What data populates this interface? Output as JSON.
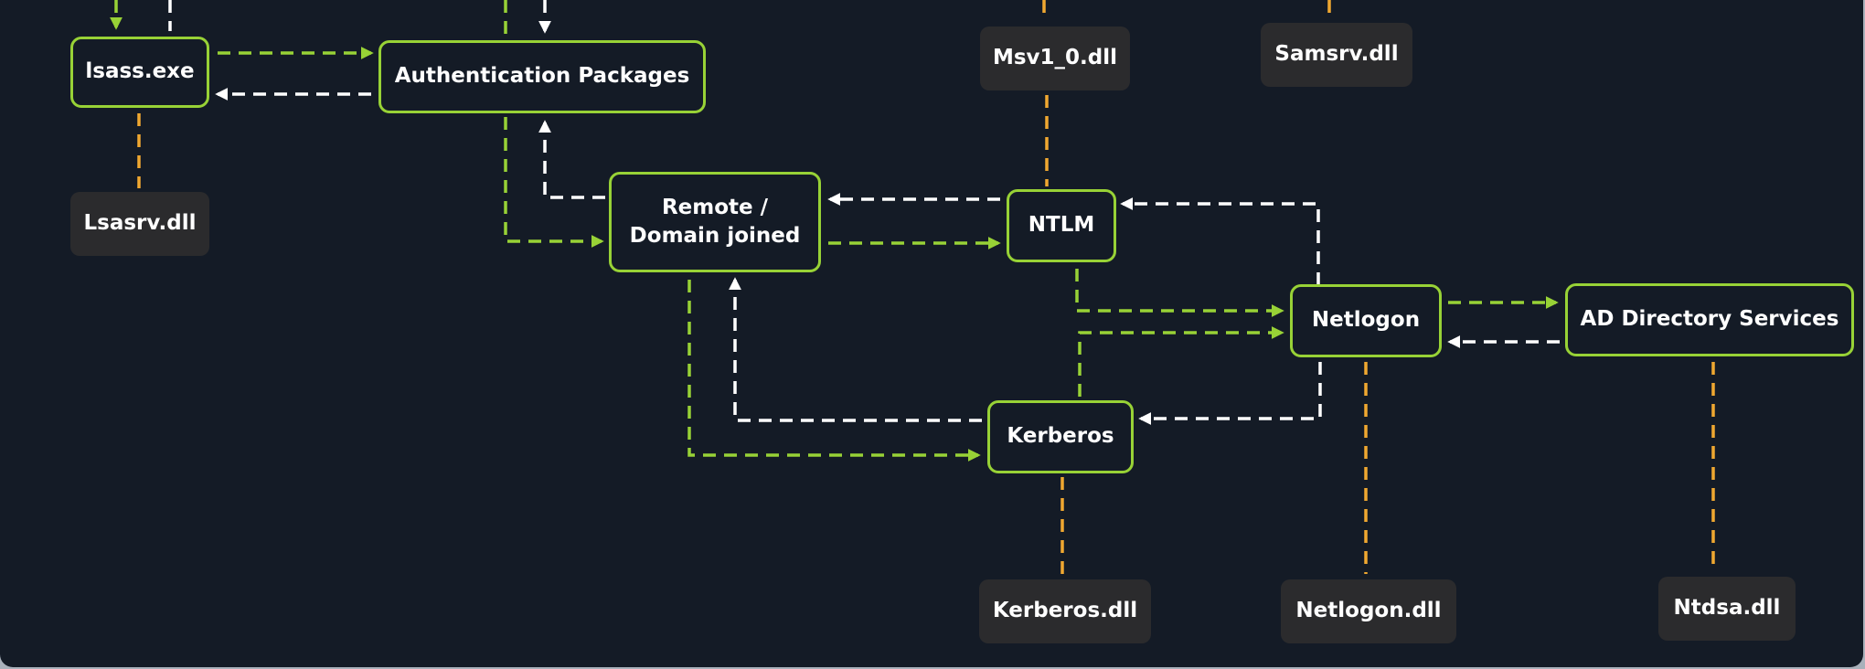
{
  "colors": {
    "background": "#141b26",
    "component_border": "#98d236",
    "dll_fill": "#2b2b2d",
    "request_arrow": "#98d236",
    "response_arrow": "#ffffff",
    "dll_link": "#f0a830"
  },
  "components": {
    "lsass": "lsass.exe",
    "auth_packages": "Authentication Packages",
    "remote_line1": "Remote /",
    "remote_line2": "Domain joined",
    "ntlm": "NTLM",
    "kerberos": "Kerberos",
    "netlogon": "Netlogon",
    "ad_services": "AD Directory Services"
  },
  "dlls": {
    "lsasrv": "Lsasrv.dll",
    "msv1_0": "Msv1_0.dll",
    "samsrv": "Samsrv.dll",
    "kerberos": "Kerberos.dll",
    "netlogon": "Netlogon.dll",
    "ntdsa": "Ntdsa.dll"
  }
}
